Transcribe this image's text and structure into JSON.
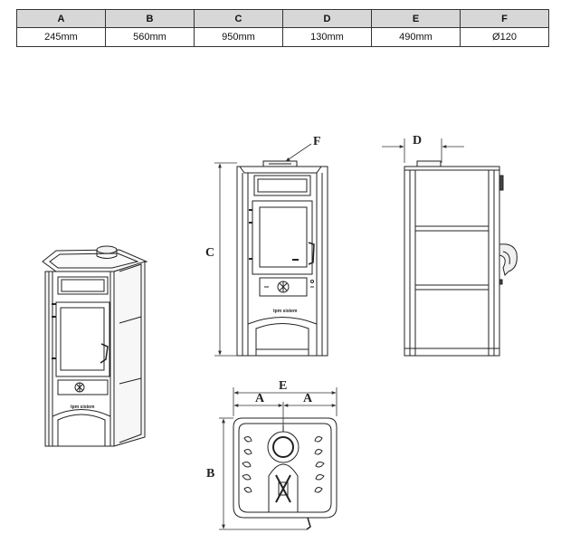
{
  "table": {
    "headers": [
      "A",
      "B",
      "C",
      "D",
      "E",
      "F"
    ],
    "values": [
      "245mm",
      "560mm",
      "950mm",
      "130mm",
      "490mm",
      "Ø120"
    ]
  },
  "drawing_labels": {
    "front_height": "C",
    "flue_diameter": "F",
    "side_depth": "D",
    "top_width": "E",
    "top_half_left": "A",
    "top_half_right": "A",
    "top_depth": "B"
  },
  "brand": "tpm sistem"
}
